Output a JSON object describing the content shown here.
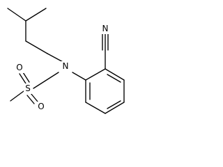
{
  "molecule": {
    "labels": {
      "n_cyano": "N",
      "n_amine": "N",
      "sulfur": "S",
      "oxygen_left": "O",
      "oxygen_bottom": "O"
    }
  }
}
